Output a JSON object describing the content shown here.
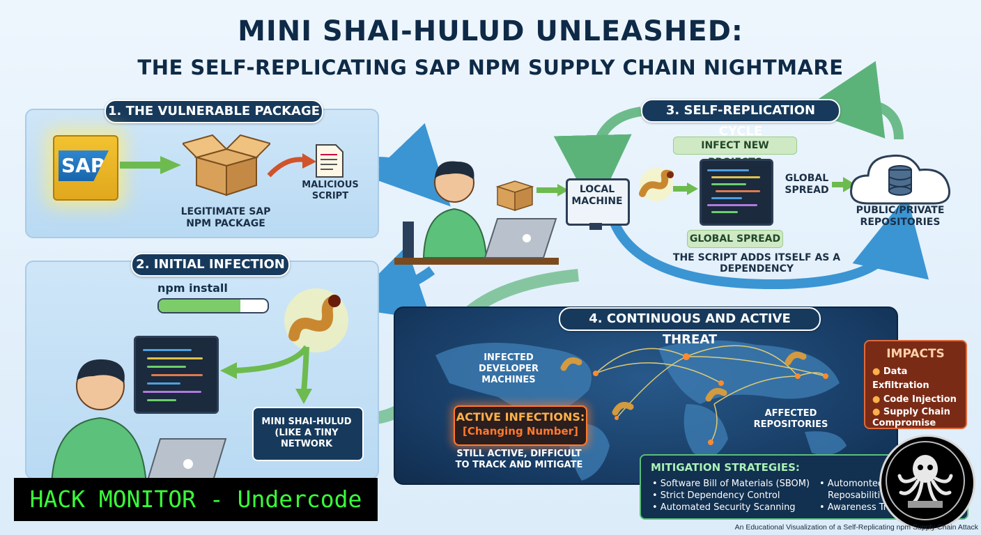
{
  "title": "MINI SHAI-HULUD UNLEASHED:",
  "subtitle": "THE SELF-REPLICATING SAP NPM SUPPLY CHAIN NIGHTMARE",
  "step1": {
    "heading": "1. THE VULNERABLE PACKAGE",
    "logo": "SAP",
    "package_label": "LEGITIMATE SAP NPM PACKAGE",
    "script_label": "MALICIOUS SCRIPT"
  },
  "step2": {
    "heading": "2. INITIAL INFECTION",
    "command": "npm install",
    "progress": 0.75,
    "worm_label": "MINI SHAI-HULUD (LIKE A TINY NETWORK"
  },
  "step3": {
    "heading": "3. SELF-REPLICATION CYCLE",
    "local_machine": "LOCAL MACHINE",
    "infect_tag": "INFECT NEW PROJECTS",
    "global_spread_arrow": "GLOBAL SPREAD",
    "global_spread_tag": "GLOBAL SPREAD",
    "repos": "PUBLIC/PRIVATE REPOSITORIES",
    "dependency_note": "THE SCRIPT ADDS ITSELF AS A DEPENDENCY"
  },
  "step4": {
    "heading": "4. CONTINUOUS AND ACTIVE THREAT",
    "infected_label": "INFECTED DEVELOPER MACHINES",
    "active_title": "ACTIVE INFECTIONS:",
    "active_value": "[Changing Number]",
    "still_active": "STILL ACTIVE, DIFFICULT TO TRACK AND MITIGATE",
    "affected": "AFFECTED REPOSITORIES"
  },
  "impacts": {
    "title": "IMPACTS",
    "items": [
      "Data Exfiltration",
      "Code Injection",
      "Supply Chain Compromise"
    ]
  },
  "mitigation": {
    "title": "MITIGATION STRATEGIES:",
    "col1": [
      "• Software Bill of Materials (SBOM)",
      "• Strict Dependency Control",
      "• Automated Security Scanning"
    ],
    "col2": [
      "• Automonted",
      "Reposabiliti",
      "• Awareness Tra"
    ]
  },
  "watermark": "HACK MONITOR - Undercode",
  "caption": "An Educational Visualization of a Self-Replicating npm Supply Chain Attack",
  "colors": {
    "navy": "#173a5c",
    "green": "#39ff3a",
    "accent_orange": "#ff7a2e",
    "panel_blue": "#cfe6f8"
  }
}
